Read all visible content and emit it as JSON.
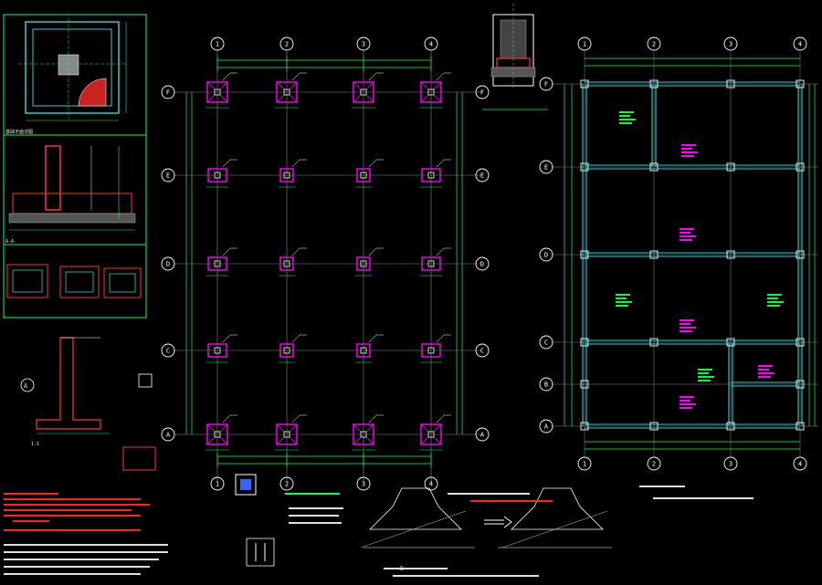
{
  "colors": {
    "background": "#000000",
    "axis_line": "#ffffff",
    "grid_line": "#8a8a8a",
    "dimension": "#00ff66",
    "footing": "#ff00ff",
    "beam": "#33cccc",
    "column": "#ffffff",
    "notes_red": "#ff2222",
    "notes_white": "#e0e0e0",
    "panel_frame": "#00ff66",
    "annotation_magenta": "#ff00ff",
    "annotation_green": "#00ff33"
  },
  "plan_left": {
    "col_axes": [
      "1",
      "2",
      "3",
      "4"
    ],
    "row_axes": [
      "F",
      "E",
      "D",
      "C",
      "A"
    ]
  },
  "plan_right": {
    "col_axes": [
      "1",
      "2",
      "3",
      "4"
    ],
    "row_axes": [
      "F",
      "E",
      "D",
      "C",
      "B",
      "A"
    ]
  },
  "section_labels": {
    "a_a": "A-A",
    "section_1_1": "1-1",
    "section_b": "B"
  },
  "icons": {
    "axis_bubble": "axis-bubble-icon",
    "arrow": "right-arrow-icon"
  }
}
